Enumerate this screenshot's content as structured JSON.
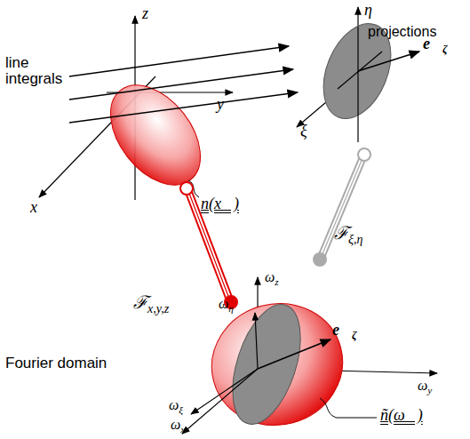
{
  "diagram": {
    "labels": [
      "line integrals",
      "z",
      "y",
      "x",
      "n(x⃗)",
      "projections",
      "η",
      "ξ",
      "e⃗ζ",
      "ℱx,y,z",
      "ℱξ,η",
      "Fourier domain",
      "ωz",
      "ωη",
      "ωy",
      "ωξ",
      "ωx",
      "e⃗ζ",
      "ñ(ω⃗)"
    ]
  }
}
